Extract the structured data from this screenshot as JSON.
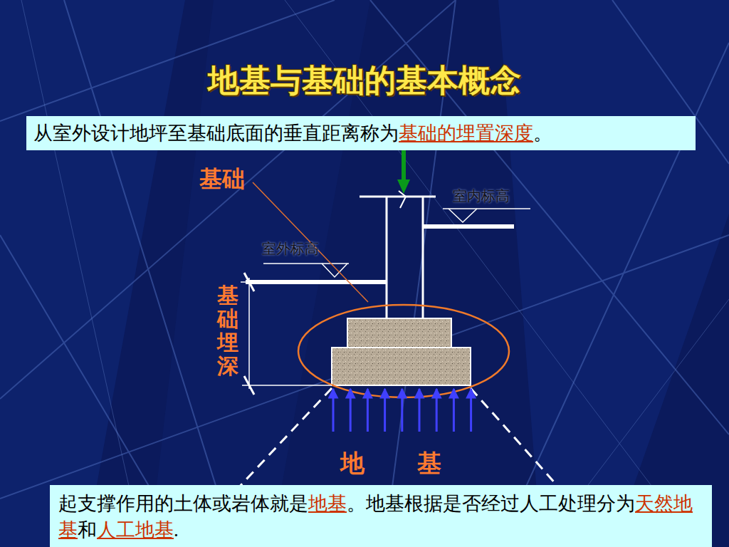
{
  "diagram": {
    "title": "地基与基础的基本概念",
    "nodes": [
      {
        "text": [
          "从室外设计地坪至基础底面的垂直距离称为",
          "基础的埋置深度",
          "。"
        ]
      },
      {
        "text": [
          "起支撑作用的土体或岩体就是",
          "地基",
          "。地基根据是否经过人工处理分为",
          "天然地基",
          "和",
          "人工地基",
          "."
        ]
      }
    ],
    "labels": [
      "基础",
      "室内标高",
      "室外标高",
      "基础埋深",
      "地 基"
    ]
  }
}
